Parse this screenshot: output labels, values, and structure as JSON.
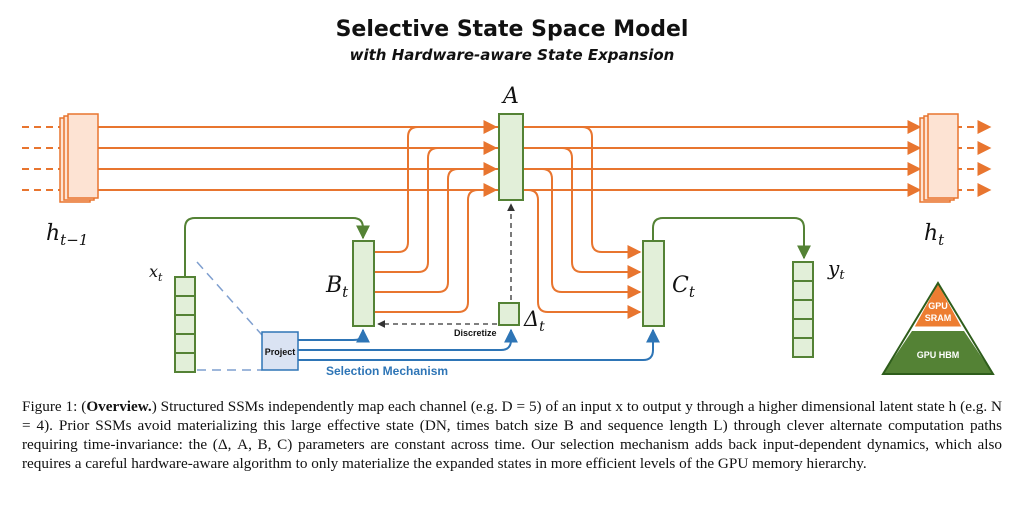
{
  "figure": {
    "title": "Selective State Space Model",
    "subtitle": "with Hardware-aware State Expansion",
    "labels": {
      "A": "A",
      "h_prev": "h",
      "h_prev_sub": "t−1",
      "h_next": "h",
      "h_next_sub": "t",
      "x": "x",
      "x_sub": "t",
      "B": "B",
      "B_sub": "t",
      "C": "C",
      "C_sub": "t",
      "y": "y",
      "y_sub": "t",
      "delta": "Δ",
      "delta_sub": "t",
      "discretize": "Discretize",
      "project": "Project",
      "selection": "Selection Mechanism"
    },
    "pyramid": {
      "top": "GPU",
      "top2": "SRAM",
      "bottom": "GPU HBM"
    },
    "colors": {
      "orange": "#e8752f",
      "orange_fill": "#fde3d3",
      "green": "#548235",
      "green_fill": "#e2efd9",
      "blue": "#2e75b6",
      "blue_fill": "#dae3f3",
      "pyramid_top": "#ed7d31",
      "pyramid_bottom": "#548235"
    }
  },
  "caption": {
    "lead": "Figure 1: (",
    "bold": "Overview.",
    "text": ") Structured SSMs independently map each channel (e.g. D = 5) of an input x to output y through a higher dimensional latent state h (e.g. N = 4). Prior SSMs avoid materializing this large effective state (DN, times batch size B and sequence length L) through clever alternate computation paths requiring time-invariance: the (Δ, A, B, C) parameters are constant across time. Our selection mechanism adds back input-dependent dynamics, which also requires a careful hardware-aware algorithm to only materialize the expanded states in more efficient levels of the GPU memory hierarchy."
  }
}
